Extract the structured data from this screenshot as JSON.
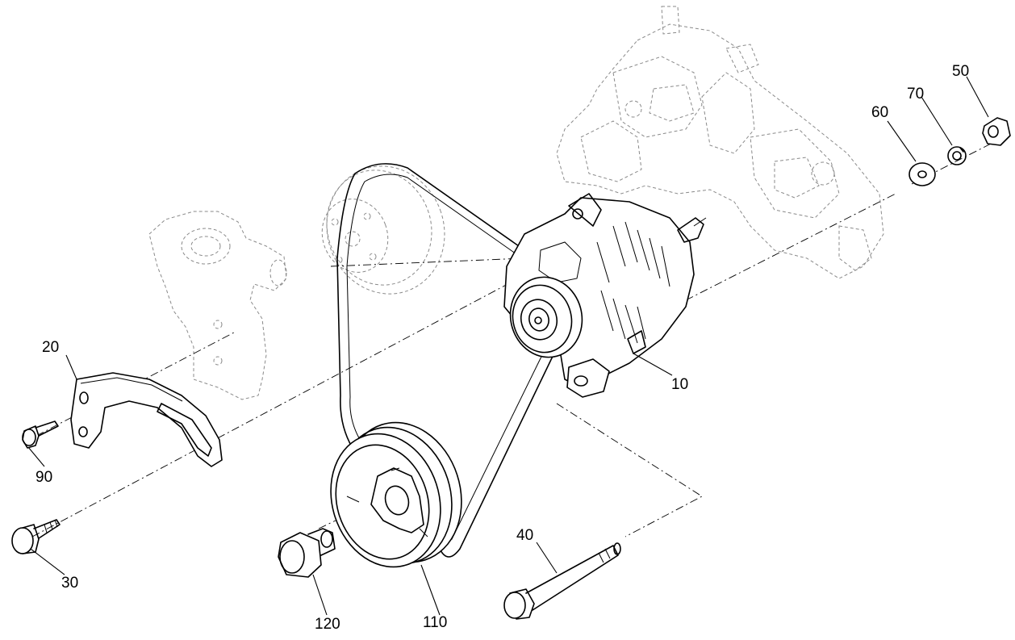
{
  "diagram": {
    "kind": "exploded parts view",
    "parts": [
      {
        "id": "alternator",
        "callout": "10"
      },
      {
        "id": "bracket",
        "callout": "20"
      },
      {
        "id": "bracket-bolt",
        "callout": "30"
      },
      {
        "id": "long-bolt",
        "callout": "40"
      },
      {
        "id": "nut",
        "callout": "50"
      },
      {
        "id": "flat-washer",
        "callout": "60"
      },
      {
        "id": "lock-washer",
        "callout": "70"
      },
      {
        "id": "small-bolt",
        "callout": "90"
      },
      {
        "id": "crank-pulley",
        "callout": "110"
      },
      {
        "id": "pulley-bolt",
        "callout": "120"
      }
    ],
    "line_color": "#000000",
    "ghost_color": "#8a8a8a"
  }
}
